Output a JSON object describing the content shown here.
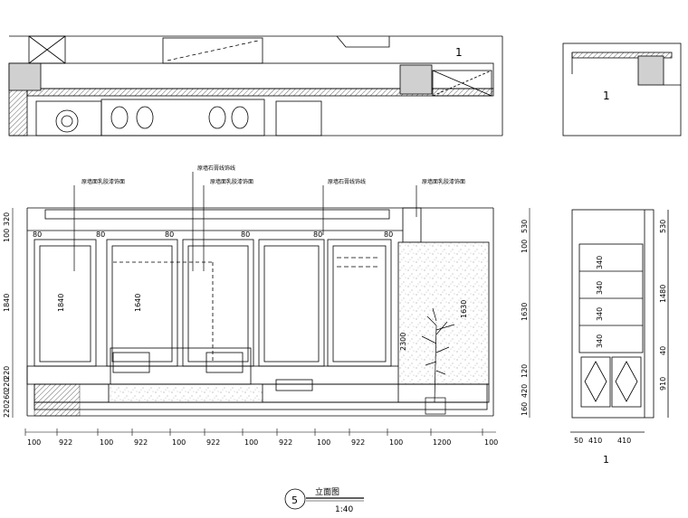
{
  "plan": {
    "room_label": "1"
  },
  "side_plan": {
    "room_label": "1"
  },
  "callouts": [
    "原墙面乳胶漆饰面",
    "原墙石膏线饰线",
    "原墙面乳胶漆饰面",
    "原墙石膏线饰线",
    "原墙面乳胶漆饰面"
  ],
  "left_dims": [
    "320",
    "100",
    "1840",
    "220",
    "220",
    "260",
    "220"
  ],
  "right_dims": [
    "530",
    "100",
    "1630",
    "120",
    "420",
    "160"
  ],
  "bottom_dims": [
    "100",
    "922",
    "100",
    "922",
    "100",
    "922",
    "100",
    "922",
    "100",
    "922",
    "100",
    "1200",
    "100"
  ],
  "panel_dims": [
    "80",
    "80",
    "80",
    "80",
    "80",
    "80"
  ],
  "inner_dims": {
    "d1840": "1840",
    "d1640": "1640",
    "d2300": "2300",
    "d1630b": "1630"
  },
  "side_elev": {
    "shelf_dims": [
      "340",
      "340",
      "340",
      "340"
    ],
    "right_dims": [
      "530",
      "1480",
      "40",
      "910"
    ],
    "bottom_dims": [
      "50",
      "410",
      "410"
    ],
    "label": "1"
  },
  "title": {
    "number": "5",
    "name": "立面图",
    "scale": "1:40"
  }
}
